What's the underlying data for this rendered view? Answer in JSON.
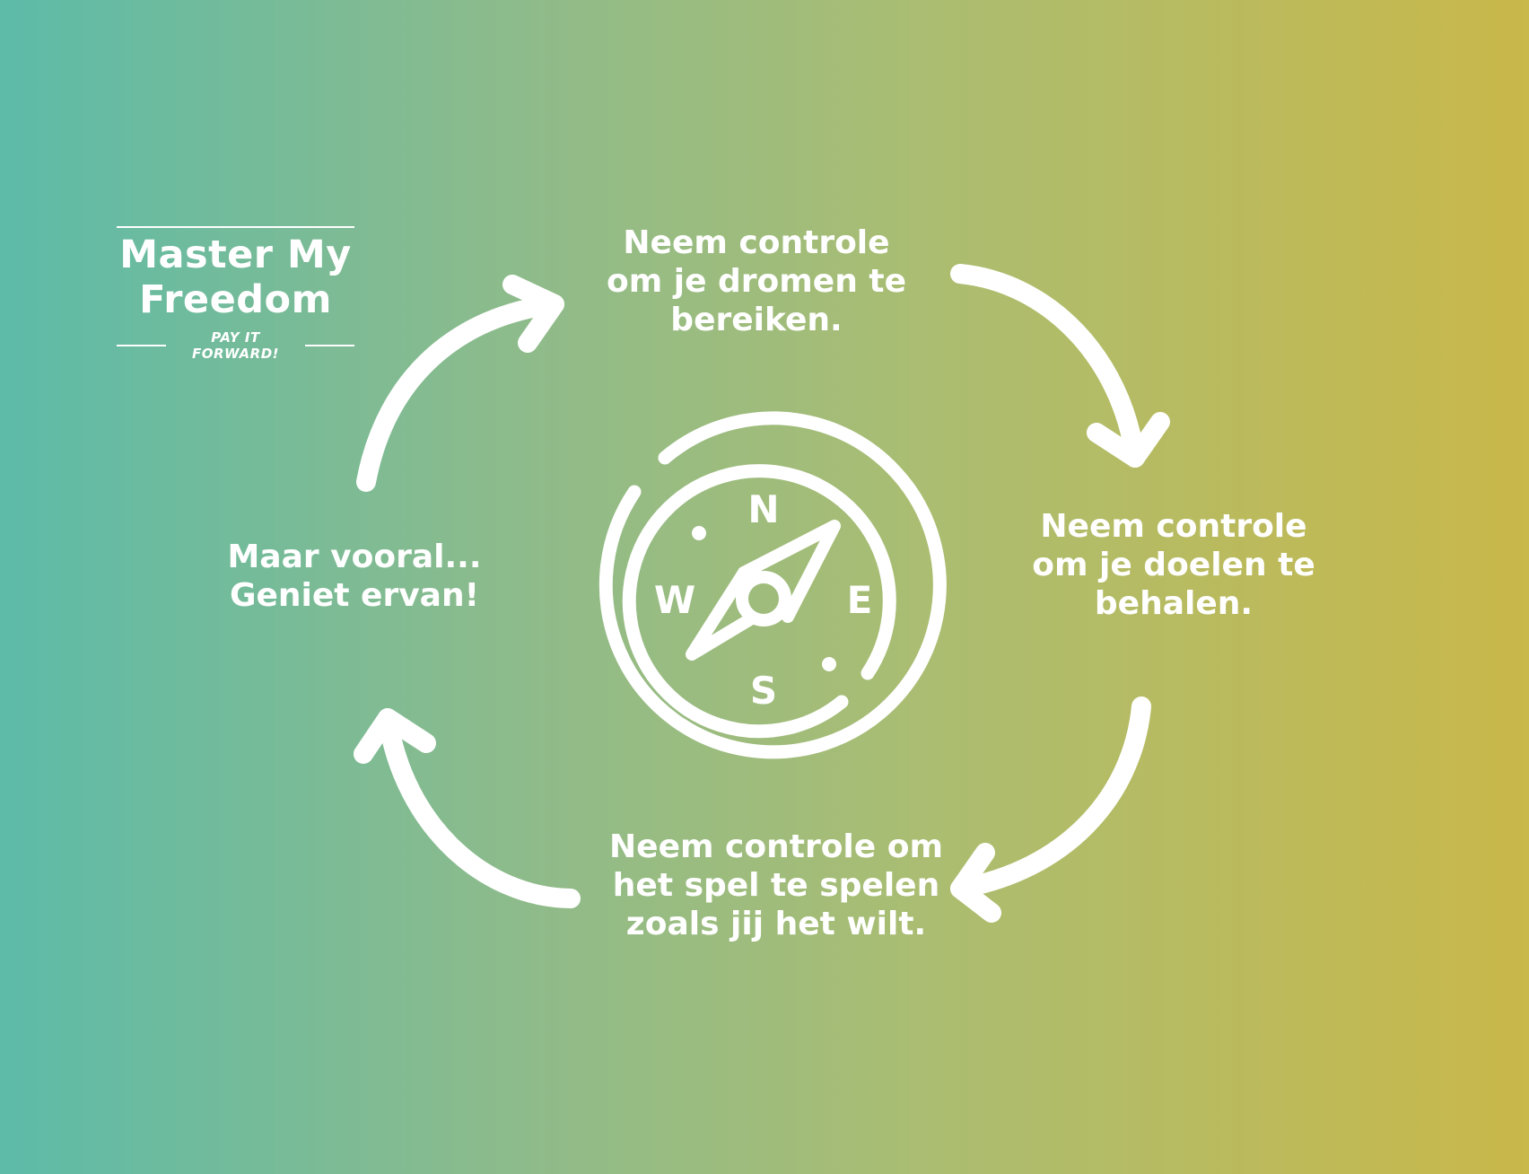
{
  "logo": {
    "title": "Master My\nFreedom",
    "tagline": "PAY IT FORWARD!"
  },
  "steps": [
    {
      "text": "Neem controle\nom je dromen te\nbereiken."
    },
    {
      "text": "Neem controle\nom je doelen te\nbehalen."
    },
    {
      "text": "Neem controle om\nhet spel te spelen\nzoals jij het wilt."
    },
    {
      "text": "Maar vooral...\nGeniet ervan!"
    }
  ],
  "compass": {
    "north": "N",
    "east": "E",
    "south": "S",
    "west": "W"
  },
  "colors": {
    "gradient_start": "#5dbba8",
    "gradient_end": "#c9b84a",
    "foreground": "#ffffff"
  }
}
